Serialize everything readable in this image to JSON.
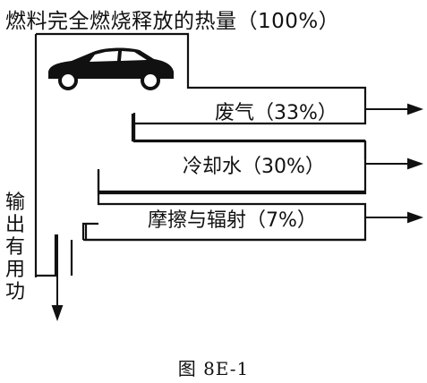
{
  "diagram": {
    "title": "燃料完全燃烧释放的热量（100%）",
    "flows": [
      {
        "label": "废气（33%）"
      },
      {
        "label": "冷却水（30%）"
      },
      {
        "label": "摩擦与辐射（7%）"
      }
    ],
    "output_label": "输出有用功",
    "caption": "图 8E-1",
    "icons": {
      "car": "car-icon"
    }
  }
}
